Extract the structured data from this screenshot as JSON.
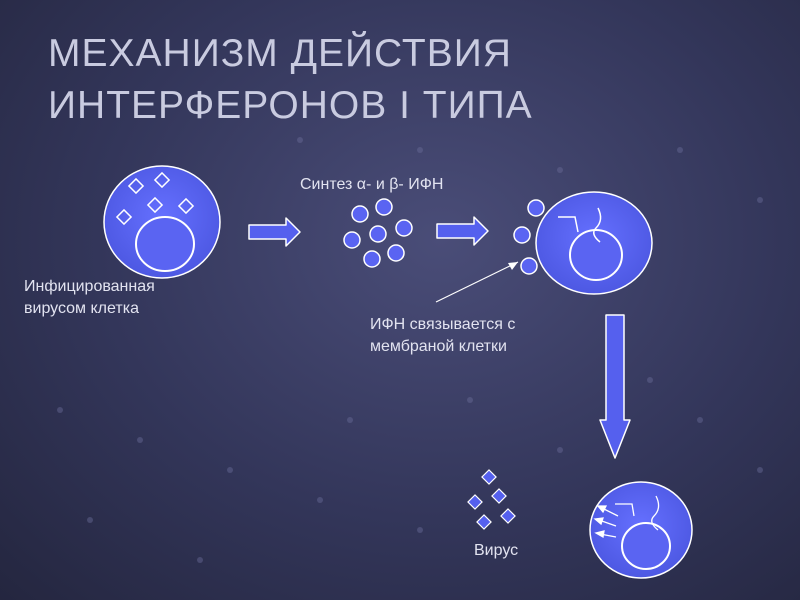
{
  "title": {
    "line1": "МЕХАНИЗМ  ДЕЙСТВИЯ",
    "line2": "ИНТЕРФЕРОНОВ  I ТИПА"
  },
  "labels": {
    "infected_cell_1": "Инфицированная",
    "infected_cell_2": "вирусом клетка",
    "synthesis": "Синтез α- и β- ИФН",
    "binding_1": "ИФН связывается с",
    "binding_2": "мембраной клетки",
    "virus": "Вирус"
  },
  "colors": {
    "cell_fill": "#5560ee",
    "cell_edge": "#ffffff",
    "arrow_fill": "#5560ee",
    "text": "#e2e3f0"
  }
}
